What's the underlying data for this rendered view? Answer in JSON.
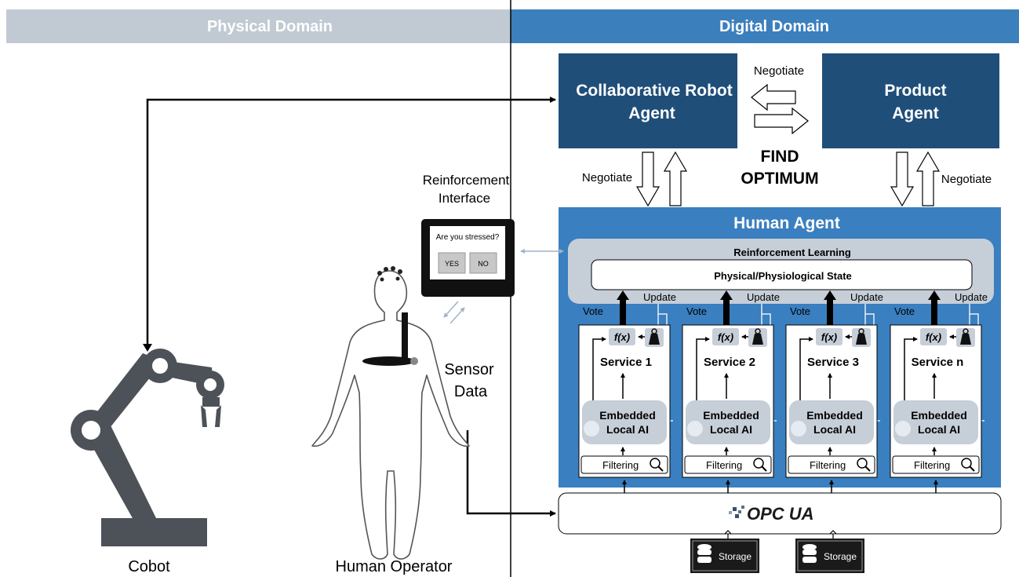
{
  "domains": {
    "physical": "Physical Domain",
    "digital": "Digital Domain"
  },
  "agents": {
    "cobot_agent": {
      "line1": "Collaborative Robot",
      "line2": "Agent"
    },
    "product_agent": {
      "line1": "Product",
      "line2": "Agent"
    },
    "negotiate_top": "Negotiate",
    "find_optimum": {
      "line1": "FIND",
      "line2": "OPTIMUM"
    },
    "negotiate_left": "Negotiate",
    "negotiate_right": "Negotiate"
  },
  "human_agent": {
    "title": "Human Agent",
    "rl_title": "Reinforcement Learning",
    "state_label": "Physical/Physiological State",
    "vote_label": "Vote",
    "update_label": "Update",
    "fx_label": "f(x)",
    "ai_line1": "Embedded",
    "ai_line2": "Local AI",
    "filtering_label": "Filtering",
    "services": [
      "Service 1",
      "Service 2",
      "Service 3",
      "Service n"
    ]
  },
  "interface": {
    "title_line1": "Reinforcement",
    "title_line2": "Interface",
    "question": "Are you stressed?",
    "yes": "YES",
    "no": "NO"
  },
  "sensor": {
    "line1": "Sensor",
    "line2": "Data"
  },
  "opcua": "OPC UA",
  "storage_label": "Storage",
  "captions": {
    "cobot": "Cobot",
    "operator": "Human Operator"
  },
  "colors": {
    "physical_header": "#c1cad3",
    "digital_header": "#3b7fbd",
    "agent_box": "#1f4e79",
    "human_agent": "#3a7fbf",
    "rl_panel": "#c6ced8",
    "robot_gray": "#4d5158"
  }
}
